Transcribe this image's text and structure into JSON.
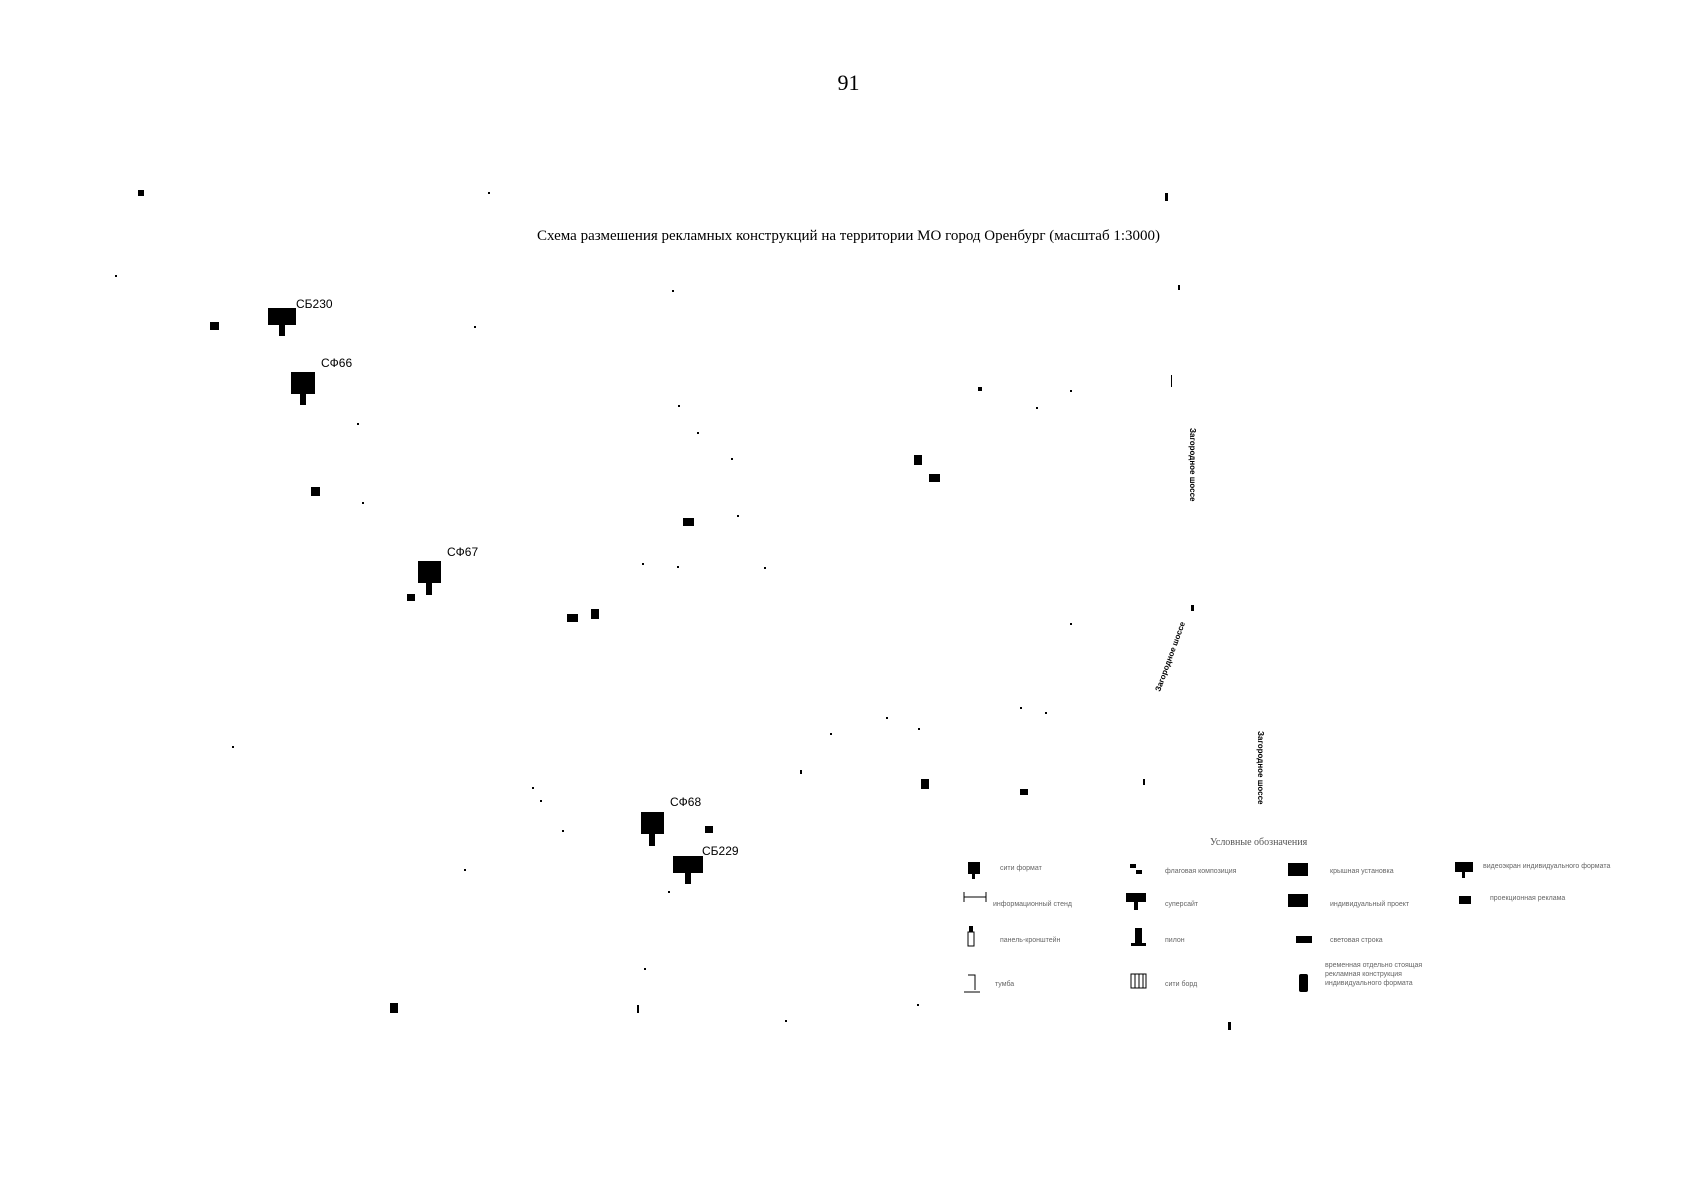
{
  "page_number": "91",
  "title": "Схема размешения рекламных конструкций на территории МО город Оренбург (масштаб 1:3000)",
  "structures": [
    {
      "id": "СБ230",
      "kind": "billboard"
    },
    {
      "id": "СФ66",
      "kind": "board"
    },
    {
      "id": "СФ67",
      "kind": "board"
    },
    {
      "id": "СФ68",
      "kind": "board"
    },
    {
      "id": "СБ229",
      "kind": "billboard"
    }
  ],
  "streets": [
    "Загородное шоссе",
    "Загородное шоссе",
    "Загородное шоссе"
  ],
  "legend": {
    "title": "Условные обозначения",
    "items": [
      {
        "label": "сити формат",
        "icon": "city-format-icon"
      },
      {
        "label": "флаговая композиция",
        "icon": "flag-composition-icon"
      },
      {
        "label": "крышная установка",
        "icon": "roof-installation-icon"
      },
      {
        "label": "видеоэкран индивидуального формата",
        "icon": "video-screen-icon"
      },
      {
        "label": "информационный стенд",
        "icon": "info-stand-icon"
      },
      {
        "label": "суперсайт",
        "icon": "supersite-icon"
      },
      {
        "label": "индивидуальный проект",
        "icon": "individual-project-icon"
      },
      {
        "label": "проекционная реклама",
        "icon": "projection-ad-icon"
      },
      {
        "label": "панель-кронштейн",
        "icon": "bracket-panel-icon"
      },
      {
        "label": "пилон",
        "icon": "pylon-icon"
      },
      {
        "label": "световая строка",
        "icon": "light-line-icon"
      },
      {
        "label": "тумба",
        "icon": "pedestal-icon"
      },
      {
        "label": "сити борд",
        "icon": "city-board-icon"
      },
      {
        "label": "временная отдельно стоящая рекламная конструкция индивидуального формата",
        "icon": "temporary-structure-icon"
      }
    ]
  },
  "colors": {
    "ink": "#000000",
    "faint": "#888888",
    "background": "#ffffff"
  }
}
